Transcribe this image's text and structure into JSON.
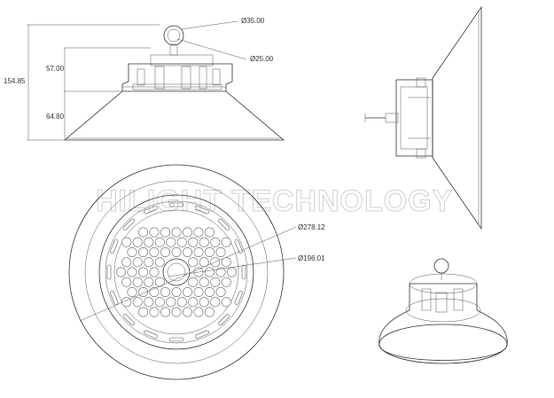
{
  "dimensions": {
    "ring_outer_diameter": "Ø35.00",
    "ring_inner_diameter": "Ø25.00",
    "total_height": "154.85",
    "housing_height": "57.00",
    "reflector_height": "64.80",
    "reflector_diameter": "Ø278.12",
    "housing_diameter": "Ø196.01"
  },
  "watermark": "HILIGHT TECHNOLOGY",
  "colors": {
    "line": "#333333",
    "watermark": "#d0d0d0"
  },
  "led_grid": {
    "rows": 9,
    "cols": 11
  }
}
